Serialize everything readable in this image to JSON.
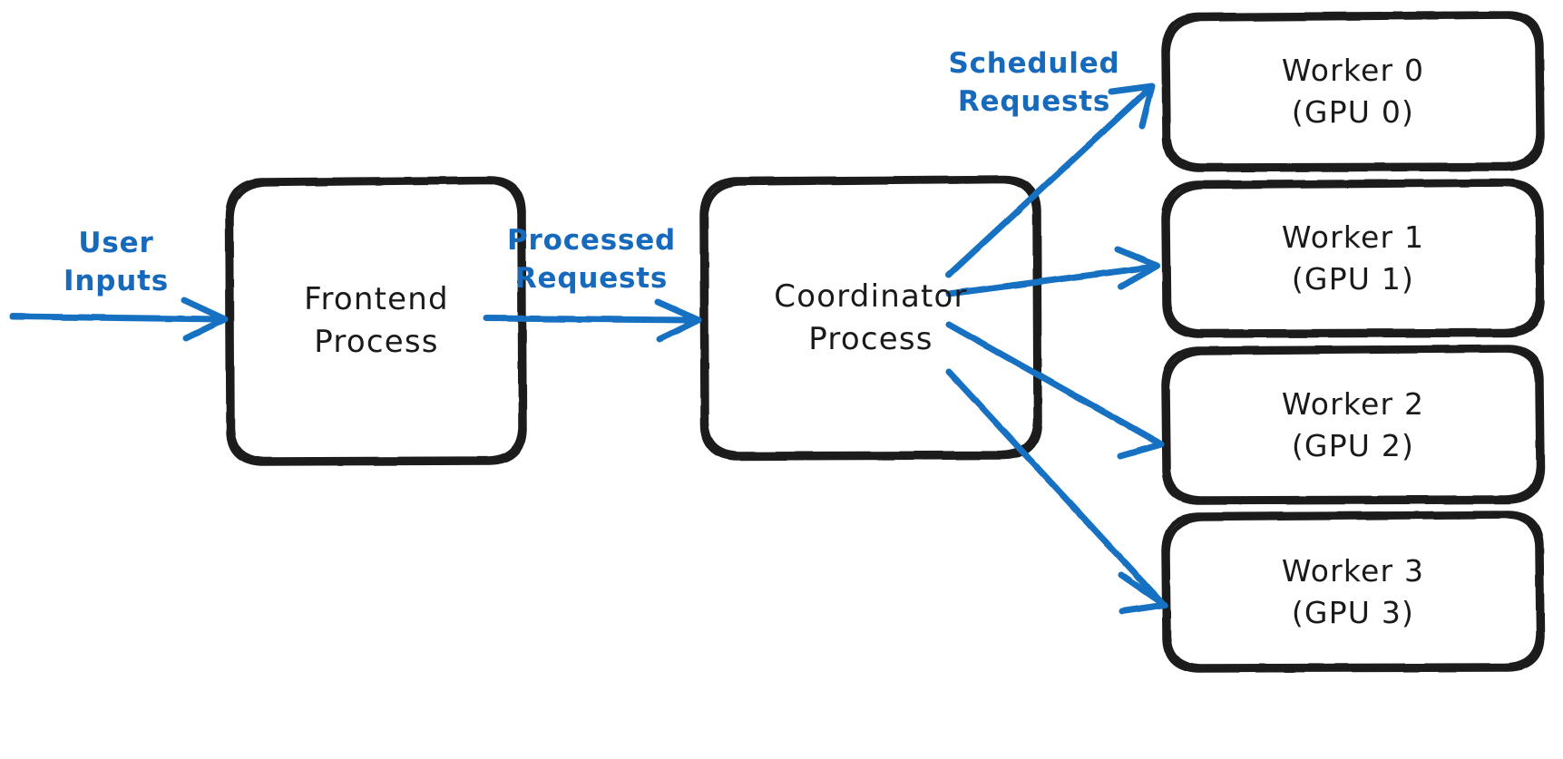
{
  "diagram": {
    "title": "Distributed inference serving architecture",
    "style": "hand-drawn excalidraw",
    "colors": {
      "node_stroke": "#1a1a1a",
      "node_fill": "#ffffff",
      "arrow": "#1971c2",
      "label_text": "#1669bb",
      "background": "#ffffff"
    },
    "nodes": [
      {
        "id": "frontend",
        "line1": "Frontend",
        "line2": "Process"
      },
      {
        "id": "coordinator",
        "line1": "Coordinator",
        "line2": "Process"
      },
      {
        "id": "worker0",
        "line1": "Worker 0",
        "line2": "(GPU 0)"
      },
      {
        "id": "worker1",
        "line1": "Worker 1",
        "line2": "(GPU 1)"
      },
      {
        "id": "worker2",
        "line1": "Worker 2",
        "line2": "(GPU 2)"
      },
      {
        "id": "worker3",
        "line1": "Worker 3",
        "line2": "(GPU 3)"
      }
    ],
    "edge_labels": [
      {
        "id": "user-inputs",
        "line1": "User",
        "line2": "Inputs"
      },
      {
        "id": "processed-requests",
        "line1": "Processed",
        "line2": "Requests"
      },
      {
        "id": "scheduled-requests",
        "line1": "Scheduled",
        "line2": "Requests"
      }
    ],
    "edges": [
      {
        "id": "input-to-frontend",
        "from": "user",
        "to": "frontend",
        "label": "User Inputs"
      },
      {
        "id": "frontend-to-coordinator",
        "from": "frontend",
        "to": "coordinator",
        "label": "Processed Requests"
      },
      {
        "id": "coordinator-to-worker0",
        "from": "coordinator",
        "to": "worker0",
        "label": "Scheduled Requests"
      },
      {
        "id": "coordinator-to-worker1",
        "from": "coordinator",
        "to": "worker1",
        "label": "Scheduled Requests"
      },
      {
        "id": "coordinator-to-worker2",
        "from": "coordinator",
        "to": "worker2",
        "label": "Scheduled Requests"
      },
      {
        "id": "coordinator-to-worker3",
        "from": "coordinator",
        "to": "worker3",
        "label": "Scheduled Requests"
      }
    ]
  }
}
